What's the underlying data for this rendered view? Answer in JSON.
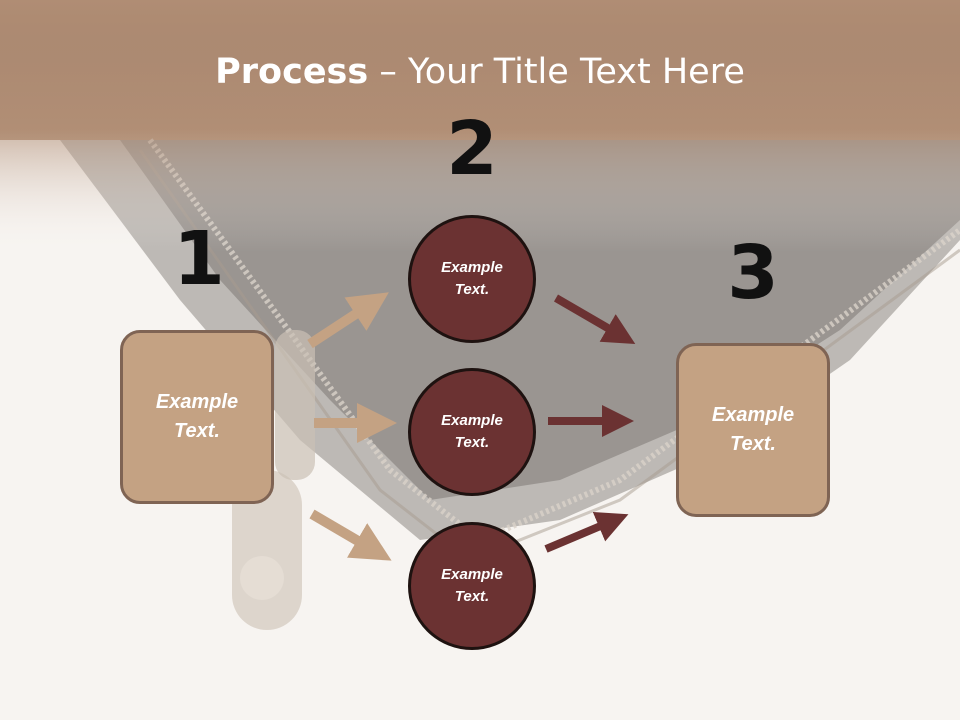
{
  "slide": {
    "title_bold": "Process",
    "title_rest": " – Your Title Text Here"
  },
  "steps": [
    {
      "number": "1"
    },
    {
      "number": "2"
    },
    {
      "number": "3"
    }
  ],
  "left_box": {
    "label": "Example\nText."
  },
  "right_box": {
    "label": "Example\nText."
  },
  "circles": [
    {
      "label": "Example\nText."
    },
    {
      "label": "Example\nText."
    },
    {
      "label": "Example\nText."
    }
  ],
  "colors": {
    "header": "#a98770",
    "box_fill": "#c4a283",
    "circle_fill": "#6b3232",
    "arrow_light": "#c4a283",
    "arrow_dark": "#6b3232"
  }
}
